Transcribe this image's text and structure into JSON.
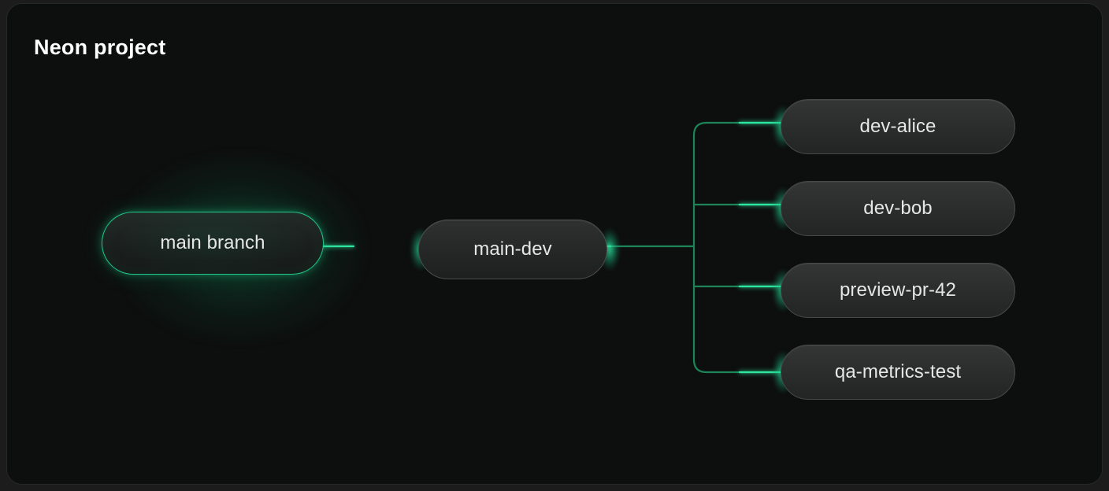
{
  "page": {
    "title": "Neon project",
    "background_color": "#1c1c1c",
    "canvas_color": "#0d0f0e",
    "accent_color": "#1fca8a",
    "wire_color": "#1c8458",
    "node_text_color": "#e6e6e6"
  },
  "diagram": {
    "type": "branch-tree",
    "root": {
      "label": "main branch",
      "highlighted": true
    },
    "intermediate": {
      "label": "main-dev"
    },
    "children": [
      {
        "label": "dev-alice"
      },
      {
        "label": "dev-bob"
      },
      {
        "label": "preview-pr-42"
      },
      {
        "label": "qa-metrics-test"
      }
    ]
  }
}
